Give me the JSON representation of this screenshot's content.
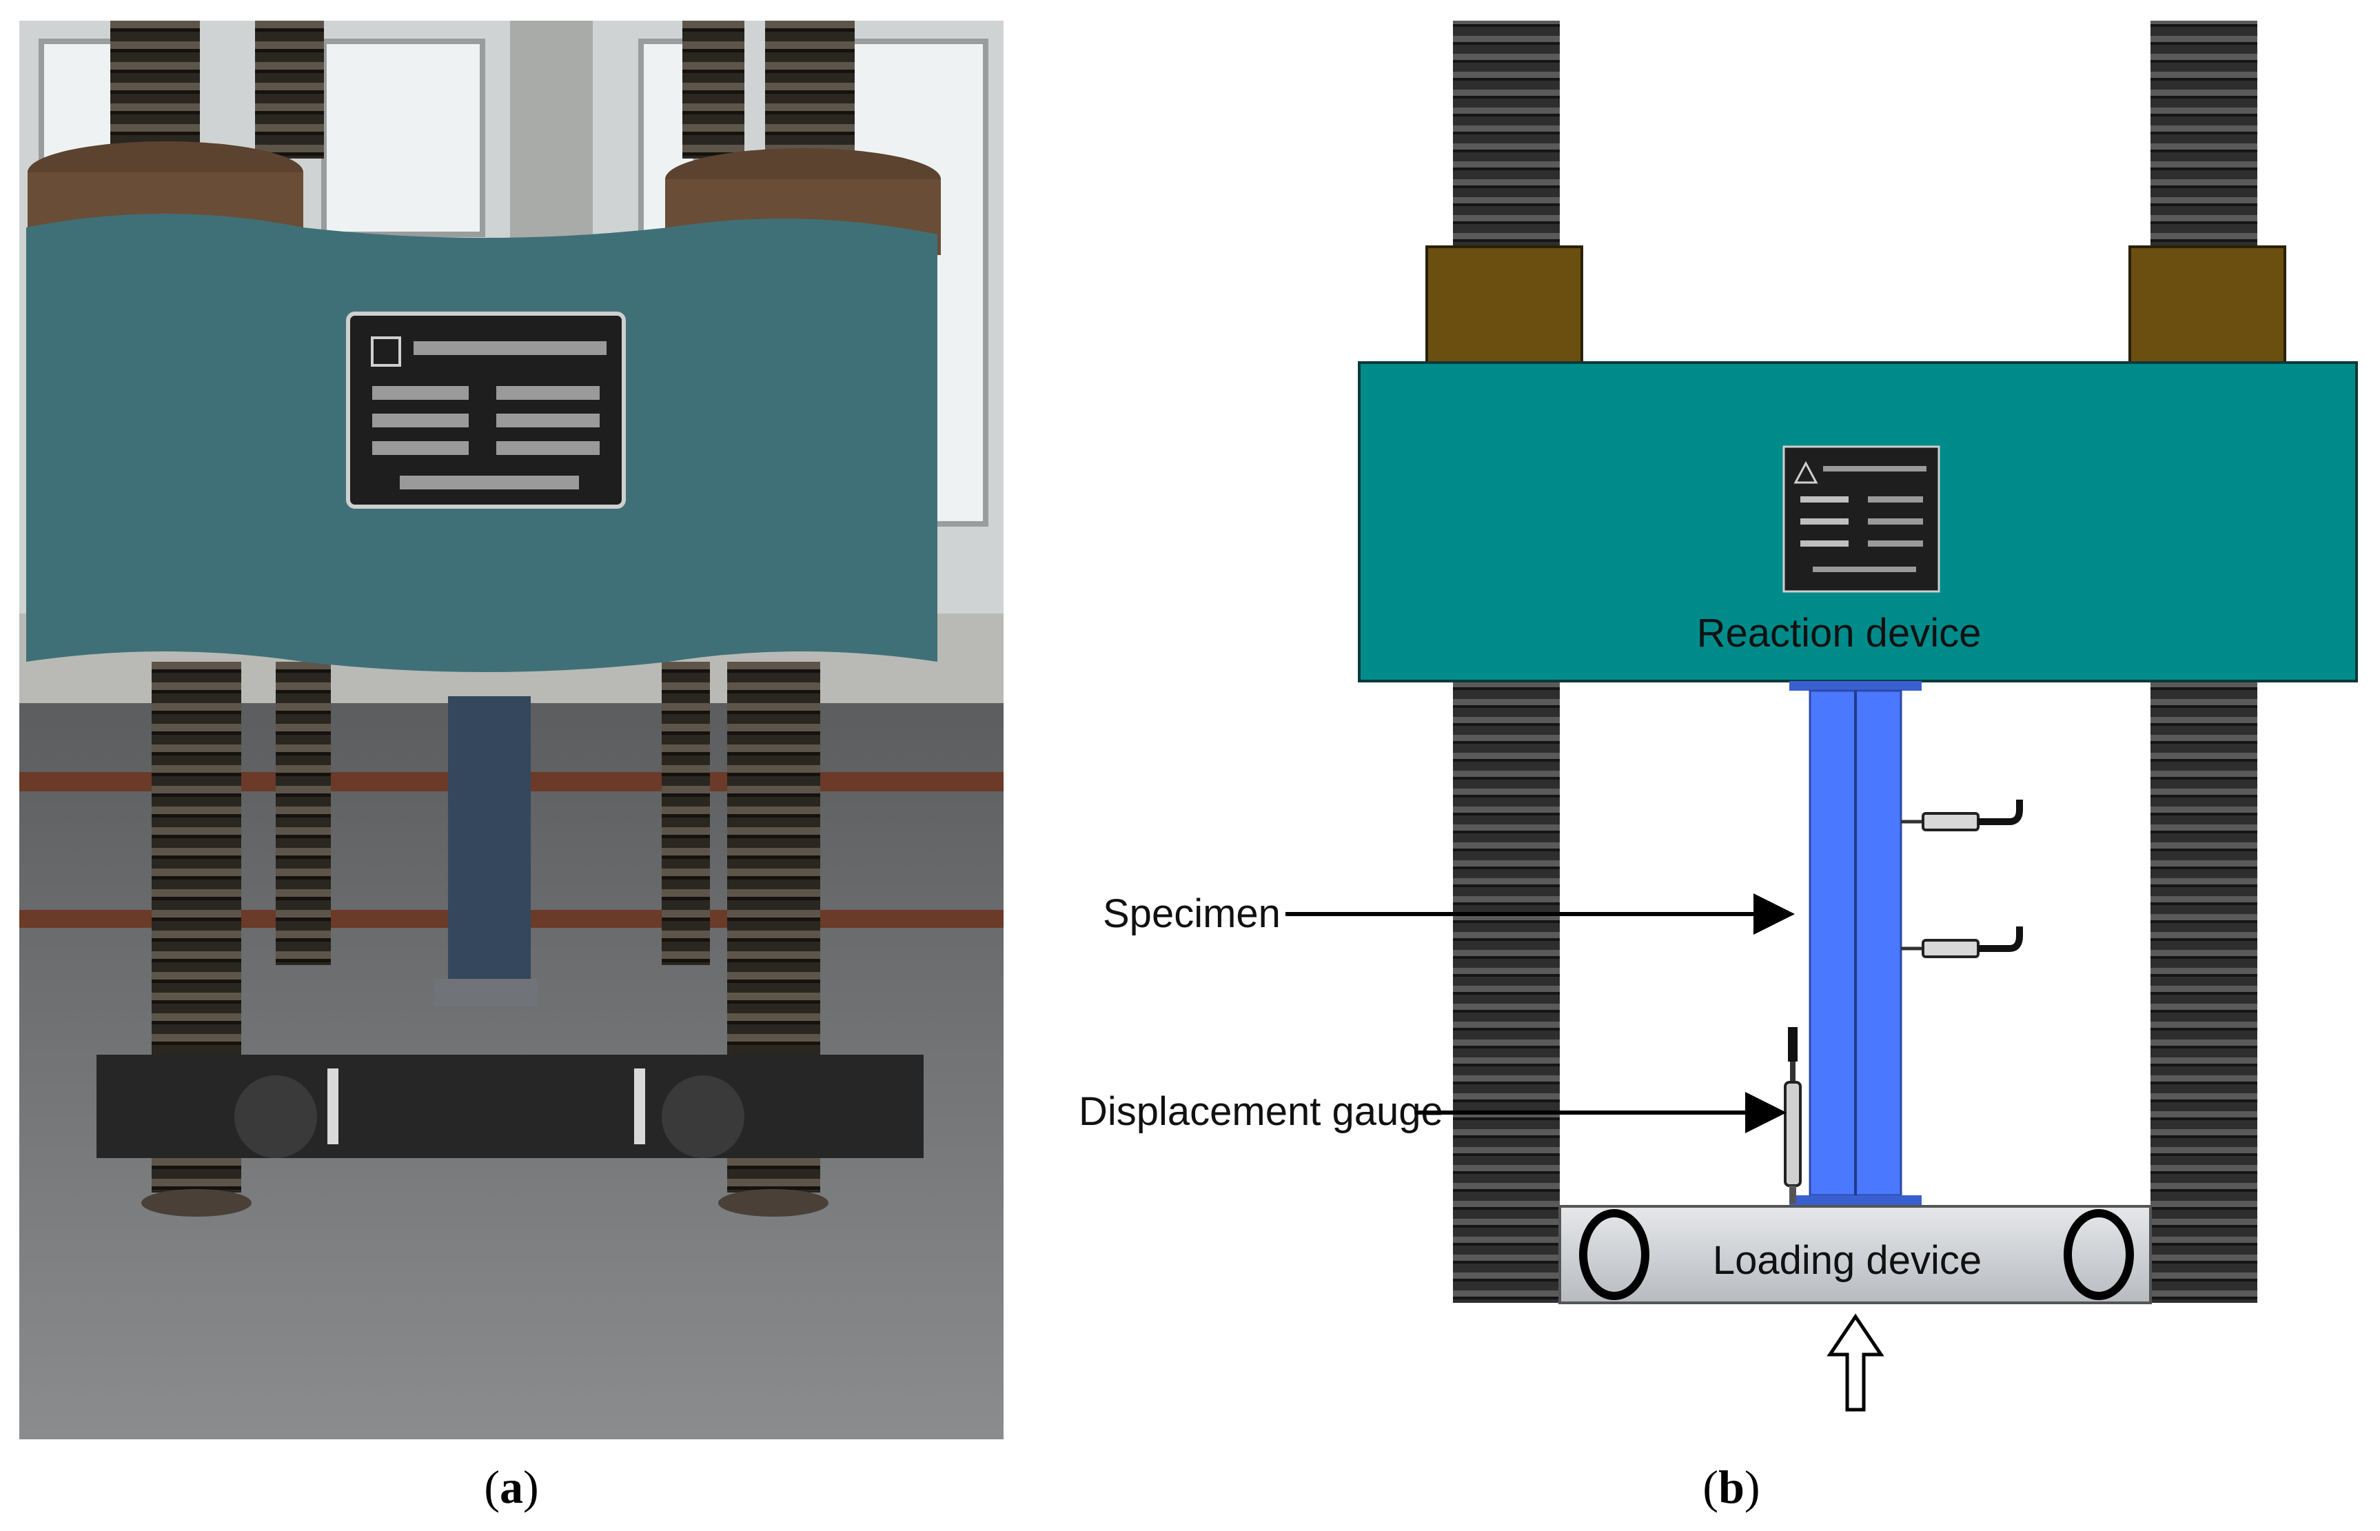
{
  "panel_a": {
    "caption_open": "(",
    "caption_letter": "a",
    "caption_close": ")"
  },
  "panel_b": {
    "caption_open": "(",
    "caption_letter": "b",
    "caption_close": ")",
    "labels": {
      "reaction_device": "Reaction device",
      "specimen": "Specimen",
      "displacement_gauge": "Displacement gauge",
      "loading_device": "Loading device"
    }
  },
  "colors": {
    "machine_teal": "#3f7078",
    "diagram_teal": "#008b8b",
    "specimen_blue": "#4a78ff",
    "nut_brown": "#6b4f10",
    "thread_dark": "#2b2b2b",
    "plate_black": "#1e1e1e",
    "loading_gray": "#c9cdd2"
  }
}
